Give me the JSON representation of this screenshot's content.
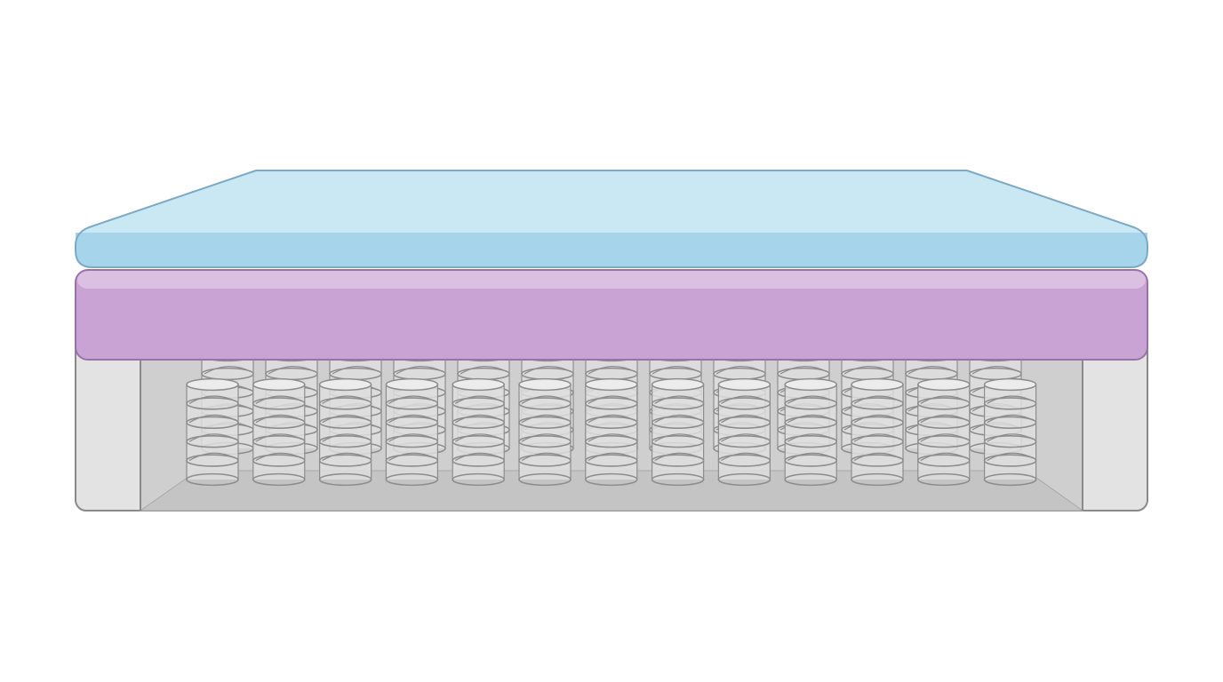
{
  "diagram": {
    "subject": "mattress-cross-section",
    "layers": [
      {
        "id": "comfort-top-layer",
        "fill": "#c9e8f4",
        "fill_lower": "#a6d4ea",
        "stroke": "#7aaac4"
      },
      {
        "id": "foam-transition-layer",
        "fill": "#dcc0e2",
        "fill_lower": "#c9a3d3",
        "stroke": "#9a72aa"
      },
      {
        "id": "pocket-spring-base",
        "fill": "#e3e3e3",
        "interior": "#cfcfcf",
        "stroke": "#8a8a8a"
      }
    ],
    "springs": {
      "front_row_count": 13,
      "back_row_count": 13,
      "turns_per_spring": 5,
      "spring_stroke": "#8d8d8d",
      "spring_fill": "#dedede"
    }
  }
}
